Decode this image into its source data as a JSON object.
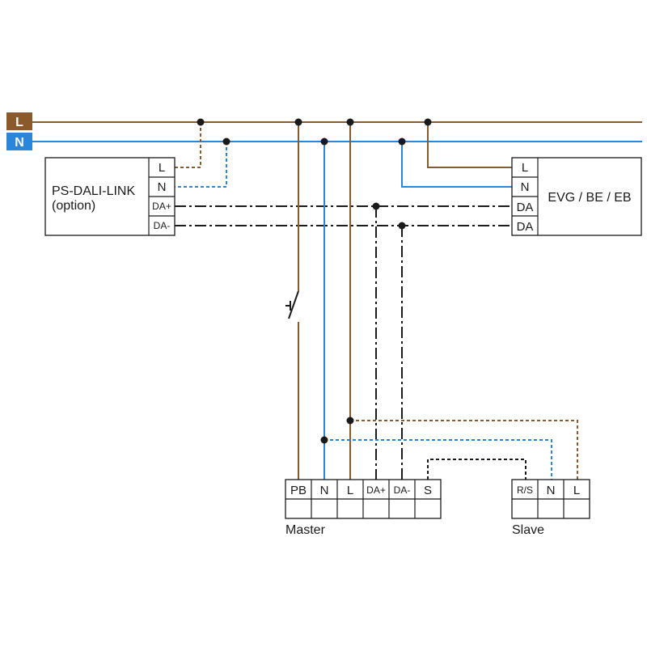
{
  "rails": {
    "l_label": "L",
    "n_label": "N",
    "l_color": "#8a5a2b",
    "n_color": "#2b86d9"
  },
  "ps_dali_link": {
    "title": "PS-DALI-LINK",
    "subtitle": "(option)",
    "terminals": [
      "L",
      "N",
      "DA+",
      "DA-"
    ]
  },
  "evg": {
    "title": "EVG / BE / EB",
    "terminals": [
      "L",
      "N",
      "DA",
      "DA"
    ]
  },
  "master": {
    "label": "Master",
    "terminals": [
      "PB",
      "N",
      "L",
      "DA+",
      "DA-",
      "S"
    ]
  },
  "slave": {
    "label": "Slave",
    "terminals": [
      "R/S",
      "N",
      "L"
    ]
  },
  "colors": {
    "wire_black": "#1a1a1a"
  }
}
